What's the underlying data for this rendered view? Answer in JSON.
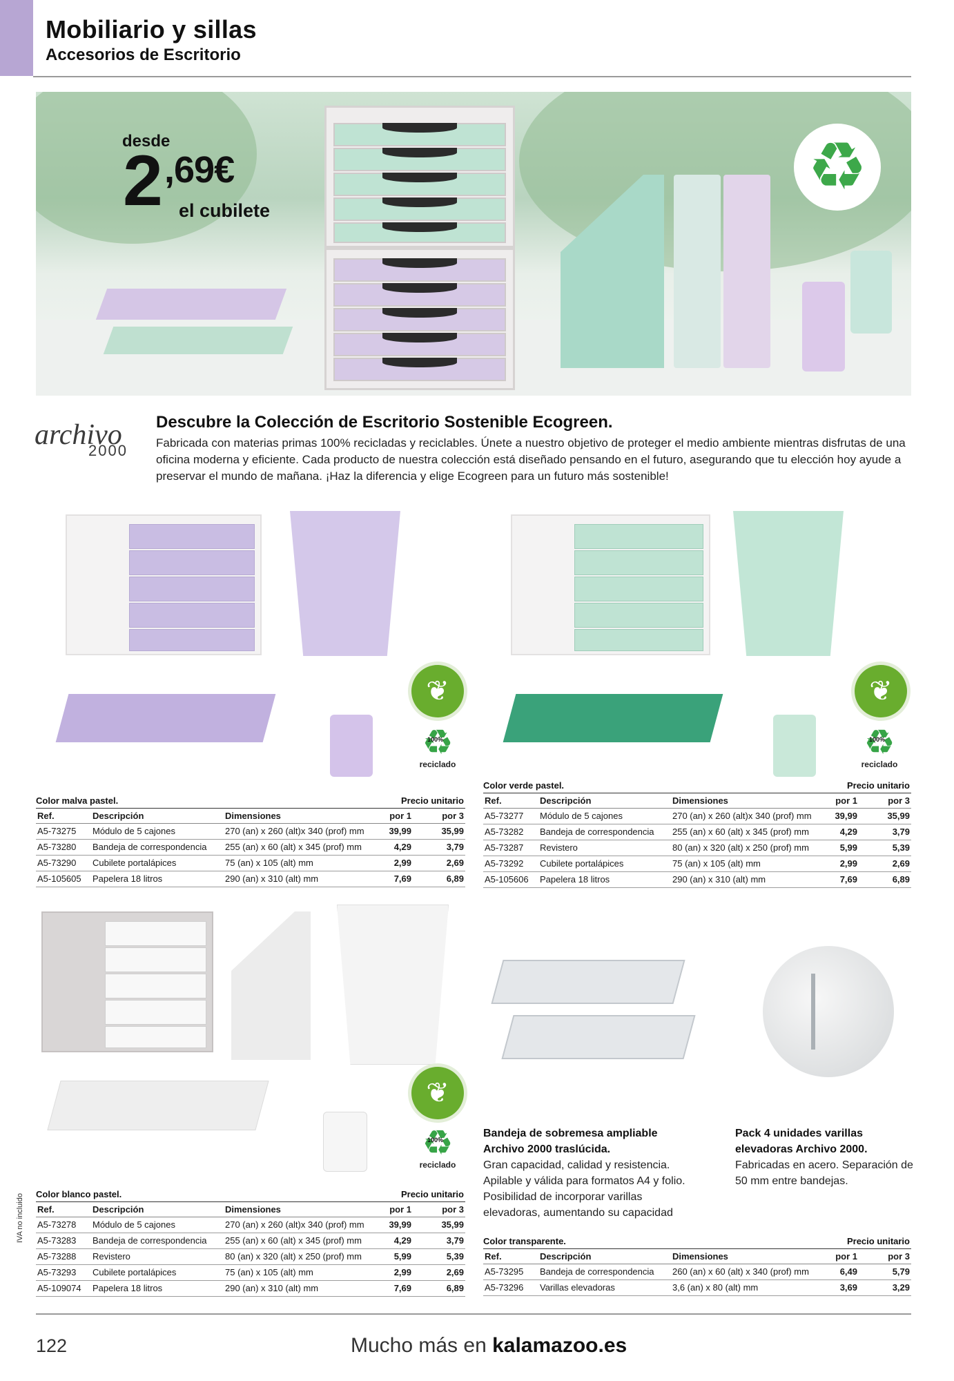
{
  "header": {
    "title": "Mobiliario y sillas",
    "subtitle": "Accesorios de Escritorio"
  },
  "hero": {
    "desde": "desde",
    "price_big": "2",
    "price_small": ",69€",
    "unit": "el cubilete",
    "recycle_icon": "recycle-icon"
  },
  "intro": {
    "logo_word": "archivo",
    "logo_num": "2000",
    "title": "Descubre la Colección de Escritorio Sostenible Ecogreen.",
    "body": "Fabricada con materias primas 100% recicladas y reciclables. Únete a nuestro objetivo de proteger el medio ambiente mientras disfrutas de una oficina moderna y eficiente. Cada producto de nuestra colección está diseñado pensando en el futuro, asegurando que tu elección hoy ayude a preservar el mundo de mañana. ¡Haz la diferencia y elige Ecogreen para un futuro más sostenible!"
  },
  "badges": {
    "pct": "100%",
    "reciclado": "reciclado",
    "leaf_icon": "leaf-icon"
  },
  "colors": {
    "malva": "#c9bde3",
    "verde": "#bfe3d3",
    "verde_dark": "#3aa27a",
    "blanco": "#f2f2f2",
    "eco_green": "#69ad2e"
  },
  "table_headers": {
    "ref": "Ref.",
    "desc": "Descripción",
    "dim": "Dimensiones",
    "precio": "Precio unitario",
    "por1": "por 1",
    "por3": "por 3"
  },
  "tables": {
    "malva": {
      "caption": "Color malva pastel.",
      "rows": [
        {
          "ref": "A5-73275",
          "desc": "Módulo de 5 cajones",
          "dim": "270 (an) x 260 (alt)x 340 (prof) mm",
          "p1": "39,99",
          "p3": "35,99"
        },
        {
          "ref": "A5-73280",
          "desc": "Bandeja de correspondencia",
          "dim": "255 (an) x 60 (alt) x 345 (prof) mm",
          "p1": "4,29",
          "p3": "3,79"
        },
        {
          "ref": "A5-73290",
          "desc": "Cubilete portalápices",
          "dim": "75 (an) x 105 (alt) mm",
          "p1": "2,99",
          "p3": "2,69"
        },
        {
          "ref": "A5-105605",
          "desc": "Papelera 18 litros",
          "dim": "290 (an) x 310 (alt) mm",
          "p1": "7,69",
          "p3": "6,89"
        }
      ]
    },
    "verde": {
      "caption": "Color verde pastel.",
      "rows": [
        {
          "ref": "A5-73277",
          "desc": "Módulo de 5 cajones",
          "dim": "270 (an) x 260 (alt)x 340 (prof) mm",
          "p1": "39,99",
          "p3": "35,99"
        },
        {
          "ref": "A5-73282",
          "desc": "Bandeja de correspondencia",
          "dim": "255 (an) x 60 (alt) x 345 (prof) mm",
          "p1": "4,29",
          "p3": "3,79"
        },
        {
          "ref": "A5-73287",
          "desc": "Revistero",
          "dim": "80 (an) x 320 (alt) x 250 (prof) mm",
          "p1": "5,99",
          "p3": "5,39"
        },
        {
          "ref": "A5-73292",
          "desc": "Cubilete portalápices",
          "dim": "75 (an) x 105 (alt) mm",
          "p1": "2,99",
          "p3": "2,69"
        },
        {
          "ref": "A5-105606",
          "desc": "Papelera 18 litros",
          "dim": "290 (an) x 310 (alt) mm",
          "p1": "7,69",
          "p3": "6,89"
        }
      ]
    },
    "blanco": {
      "caption": "Color blanco pastel.",
      "rows": [
        {
          "ref": "A5-73278",
          "desc": "Módulo de 5 cajones",
          "dim": "270 (an) x 260 (alt)x 340 (prof) mm",
          "p1": "39,99",
          "p3": "35,99"
        },
        {
          "ref": "A5-73283",
          "desc": "Bandeja de correspondencia",
          "dim": "255 (an) x 60 (alt) x 345 (prof) mm",
          "p1": "4,29",
          "p3": "3,79"
        },
        {
          "ref": "A5-73288",
          "desc": "Revistero",
          "dim": "80 (an) x 320 (alt) x 250 (prof) mm",
          "p1": "5,99",
          "p3": "5,39"
        },
        {
          "ref": "A5-73293",
          "desc": "Cubilete portalápices",
          "dim": "75 (an) x 105 (alt) mm",
          "p1": "2,99",
          "p3": "2,69"
        },
        {
          "ref": "A5-109074",
          "desc": "Papelera 18 litros",
          "dim": "290 (an) x 310 (alt) mm",
          "p1": "7,69",
          "p3": "6,89"
        }
      ]
    },
    "transparente": {
      "caption": "Color transparente.",
      "rows": [
        {
          "ref": "A5-73295",
          "desc": "Bandeja de correspondencia",
          "dim": "260 (an) x 60 (alt) x 340 (prof) mm",
          "p1": "6,49",
          "p3": "5,79"
        },
        {
          "ref": "A5-73296",
          "desc": "Varillas elevadoras",
          "dim": "3,6 (an) x 80 (alt) mm",
          "p1": "3,69",
          "p3": "3,29"
        }
      ]
    }
  },
  "bandeja": {
    "title": "Bandeja de sobremesa ampliable Archivo 2000 traslúcida.",
    "desc": "Gran capacidad, calidad y resistencia. Apilable y válida para formatos A4 y folio. Posibilidad de incorporar varillas elevadoras, aumentando su capacidad"
  },
  "pack": {
    "title": "Pack 4 unidades varillas elevadoras Archivo 2000.",
    "desc": "Fabricadas en acero. Separación de 50 mm entre bandejas."
  },
  "footer": {
    "iva": "IVA no incluido",
    "page": "122",
    "text_prefix": "Mucho más en ",
    "text_site": "kalamazoo.es"
  }
}
